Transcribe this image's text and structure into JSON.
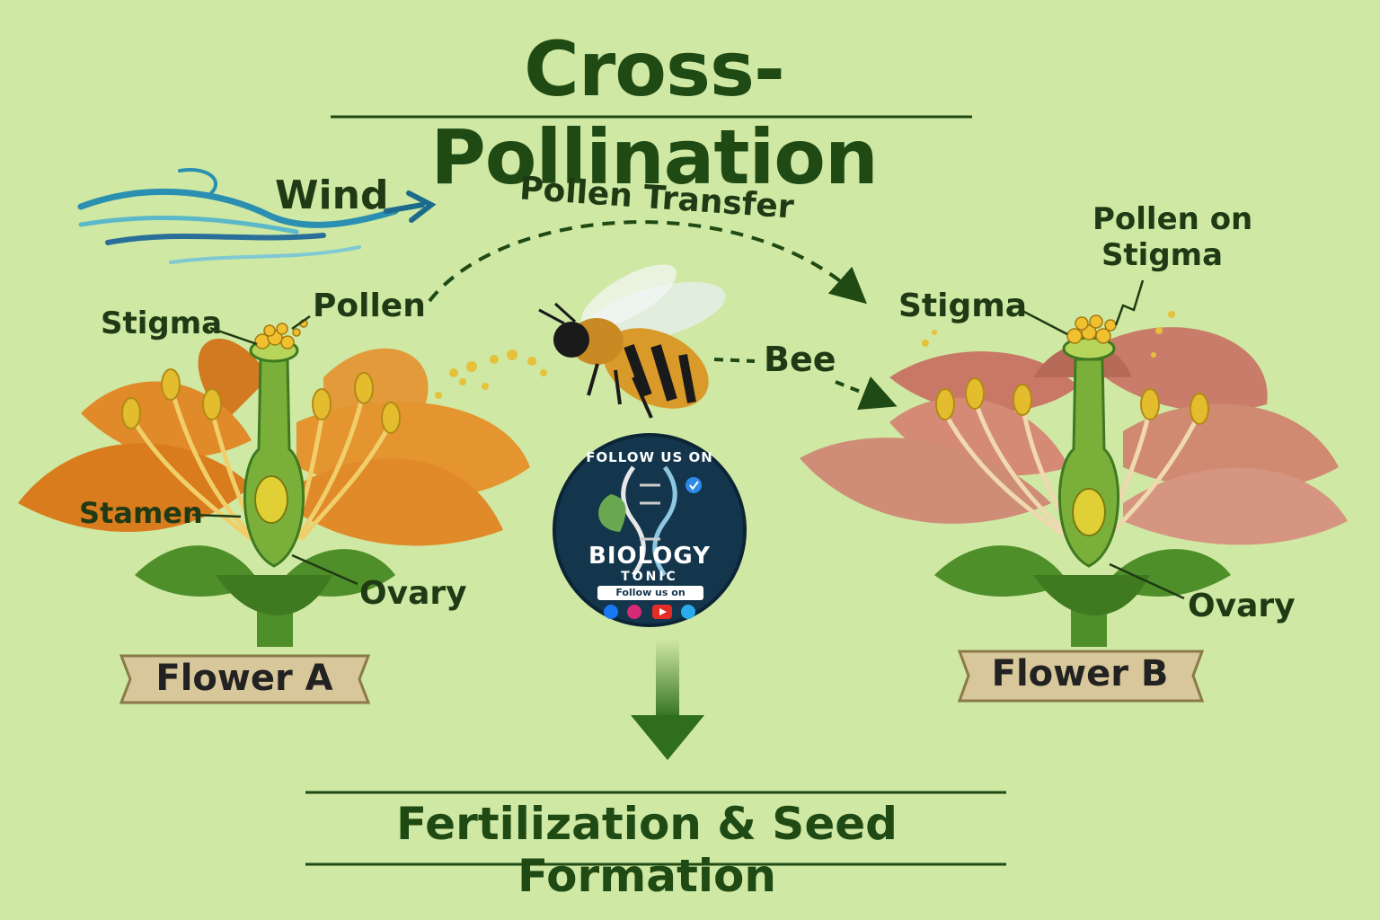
{
  "title": "Cross-Pollination",
  "footer": "Fertilization & Seed Formation",
  "labels": {
    "wind": "Wind",
    "pollen_transfer": "Pollen Transfer",
    "bee": "Bee",
    "stigma_a": "Stigma",
    "pollen_a": "Pollen",
    "stamen_a": "Stamen",
    "ovary_a": "Ovary",
    "stigma_b": "Stigma",
    "pollen_on_stigma_line1": "Pollen on",
    "pollen_on_stigma_line2": "Stigma",
    "ovary_b": "Ovary"
  },
  "plaques": {
    "flower_a": "Flower A",
    "flower_b": "Flower B"
  },
  "badge": {
    "top_text": "FOLLOW US ON",
    "brand_line1": "BIOLOGY",
    "brand_line2": "TONIC",
    "follow_line": "Follow us on"
  },
  "colors": {
    "background": "#cfe8a3",
    "title_green": "#1f4a14",
    "flower_a_petal": "#e08a2a",
    "flower_b_petal": "#d08a72",
    "badge_bg": "#13364d"
  }
}
